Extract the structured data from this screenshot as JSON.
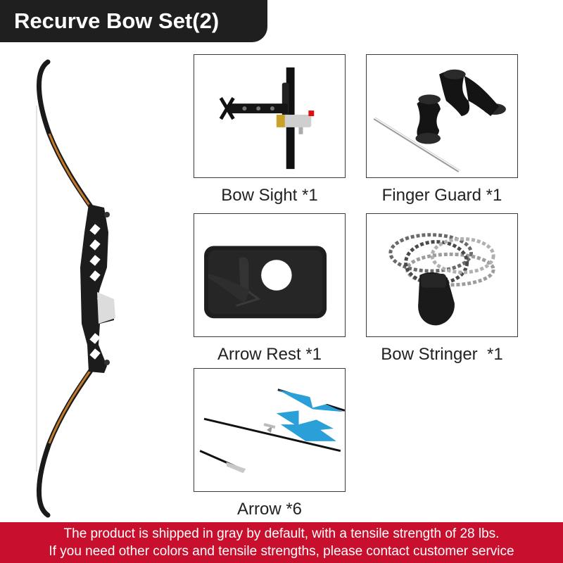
{
  "title": "Recurve Bow Set(2)",
  "items": [
    {
      "caption": "Bow Sight *1",
      "icon": "bow-sight-icon"
    },
    {
      "caption": "Finger Guard *1",
      "icon": "finger-guard-icon"
    },
    {
      "caption": "Arrow Rest *1",
      "icon": "arrow-rest-icon"
    },
    {
      "caption": "Bow Stringer  *1",
      "icon": "bow-stringer-icon"
    },
    {
      "caption": "Arrow *6",
      "icon": "arrow-icon"
    }
  ],
  "footer": {
    "line1": "The product is shipped in gray by default, with a tensile strength of 28 lbs.",
    "line2": "If you need other colors and tensile strengths, please contact customer service"
  },
  "colors": {
    "banner": "#1f1f1f",
    "footer": "#c8102e",
    "fletching": "#2a9fd8",
    "bow_wood": "#c27a2c"
  }
}
